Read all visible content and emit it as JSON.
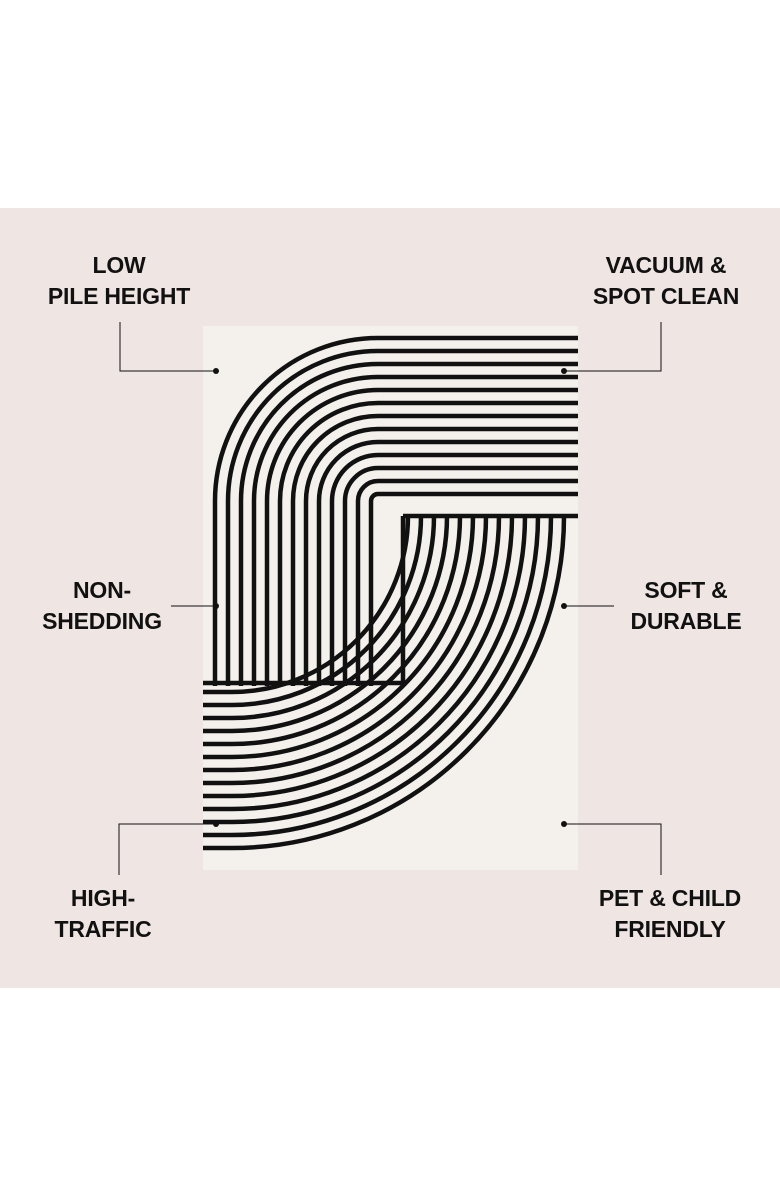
{
  "features": {
    "low_pile": {
      "line1": "LOW",
      "line2": "PILE HEIGHT"
    },
    "vacuum": {
      "line1": "VACUUM &",
      "line2": "SPOT CLEAN"
    },
    "non_shedding": {
      "line1": "NON-",
      "line2": "SHEDDING"
    },
    "soft_durable": {
      "line1": "SOFT &",
      "line2": "DURABLE"
    },
    "high_traffic": {
      "line1": "HIGH-",
      "line2": "TRAFFIC"
    },
    "pet_child": {
      "line1": "PET & CHILD",
      "line2": "FRIENDLY"
    }
  },
  "colors": {
    "panel_background": "#efe5e3",
    "rug_base": "#f4f1ec",
    "rug_stripe": "#111111",
    "text": "#111111"
  }
}
